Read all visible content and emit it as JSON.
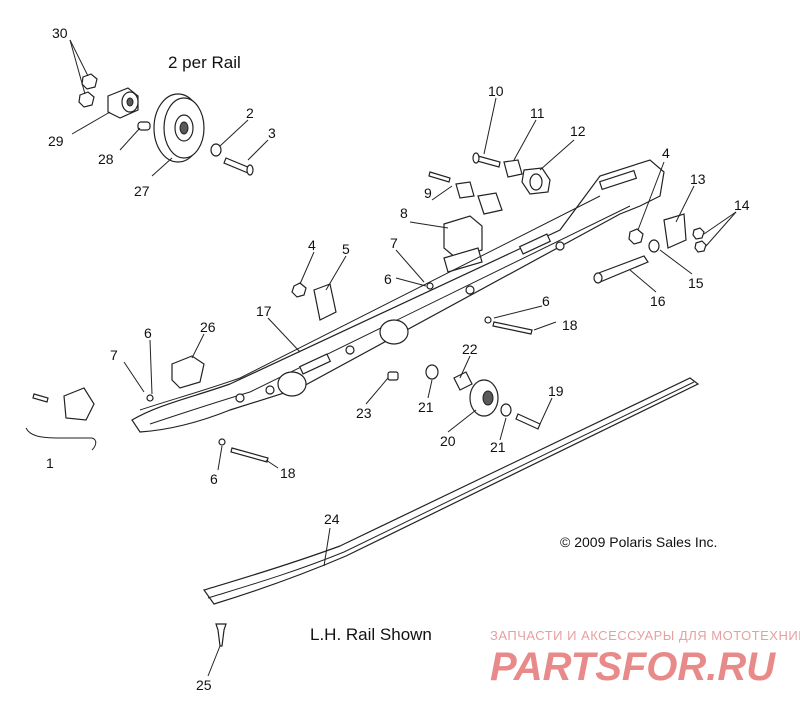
{
  "captions": {
    "per_rail": "2 per Rail",
    "rail_shown": "L.H. Rail Shown",
    "copyright": "© 2009 Polaris Sales Inc."
  },
  "watermark": {
    "tagline": "ЗАПЧАСТИ И АКСЕССУАРЫ ДЛЯ МОТОТЕХНИКИ",
    "logo": "PARTSFOR.RU",
    "color": "#e88a8a"
  },
  "callouts": [
    {
      "id": "c30",
      "text": "30"
    },
    {
      "id": "c29",
      "text": "29"
    },
    {
      "id": "c28",
      "text": "28"
    },
    {
      "id": "c27",
      "text": "27"
    },
    {
      "id": "c2",
      "text": "2"
    },
    {
      "id": "c3",
      "text": "3"
    },
    {
      "id": "c10",
      "text": "10"
    },
    {
      "id": "c11",
      "text": "11"
    },
    {
      "id": "c12",
      "text": "12"
    },
    {
      "id": "c9",
      "text": "9"
    },
    {
      "id": "c8",
      "text": "8"
    },
    {
      "id": "c4a",
      "text": "4"
    },
    {
      "id": "c13",
      "text": "13"
    },
    {
      "id": "c14",
      "text": "14"
    },
    {
      "id": "c15",
      "text": "15"
    },
    {
      "id": "c16",
      "text": "16"
    },
    {
      "id": "c4b",
      "text": "4"
    },
    {
      "id": "c5",
      "text": "5"
    },
    {
      "id": "c7a",
      "text": "7"
    },
    {
      "id": "c6a",
      "text": "6"
    },
    {
      "id": "c6b",
      "text": "6"
    },
    {
      "id": "c18a",
      "text": "18"
    },
    {
      "id": "c17",
      "text": "17"
    },
    {
      "id": "c26",
      "text": "26"
    },
    {
      "id": "c6c",
      "text": "6"
    },
    {
      "id": "c7b",
      "text": "7"
    },
    {
      "id": "c22",
      "text": "22"
    },
    {
      "id": "c19",
      "text": "19"
    },
    {
      "id": "c23",
      "text": "23"
    },
    {
      "id": "c21a",
      "text": "21"
    },
    {
      "id": "c20",
      "text": "20"
    },
    {
      "id": "c21b",
      "text": "21"
    },
    {
      "id": "c1",
      "text": "1"
    },
    {
      "id": "c6d",
      "text": "6"
    },
    {
      "id": "c18b",
      "text": "18"
    },
    {
      "id": "c24",
      "text": "24"
    },
    {
      "id": "c25",
      "text": "25"
    }
  ]
}
